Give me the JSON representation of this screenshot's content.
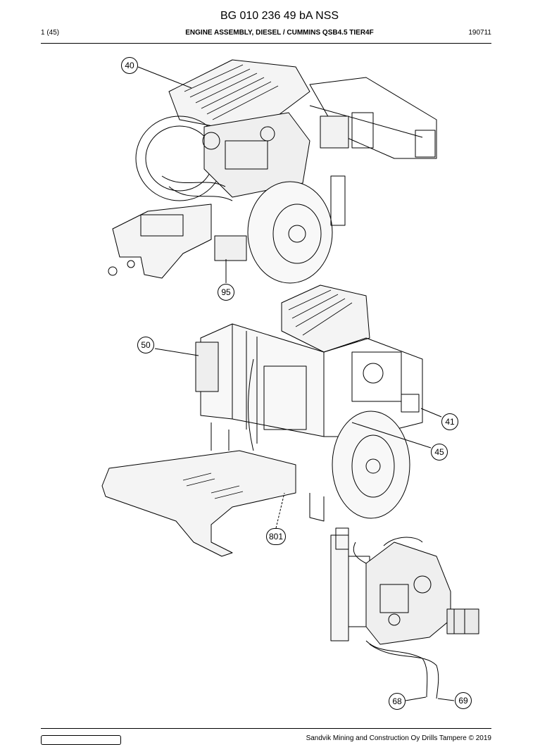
{
  "header": {
    "title": "BG 010 236 49 bA NSS",
    "page": "1 (45)",
    "subtitle": "ENGINE ASSEMBLY, DIESEL / CUMMINS QSB4.5 TIER4F",
    "date": "190711"
  },
  "footer": {
    "copyright": "Sandvik Mining and Construction Oy Drills Tampere © 2019"
  },
  "callouts": [
    "40",
    "95",
    "50",
    "41",
    "45",
    "801",
    "68",
    "69"
  ],
  "icons": [
    "sandvik-logo"
  ]
}
